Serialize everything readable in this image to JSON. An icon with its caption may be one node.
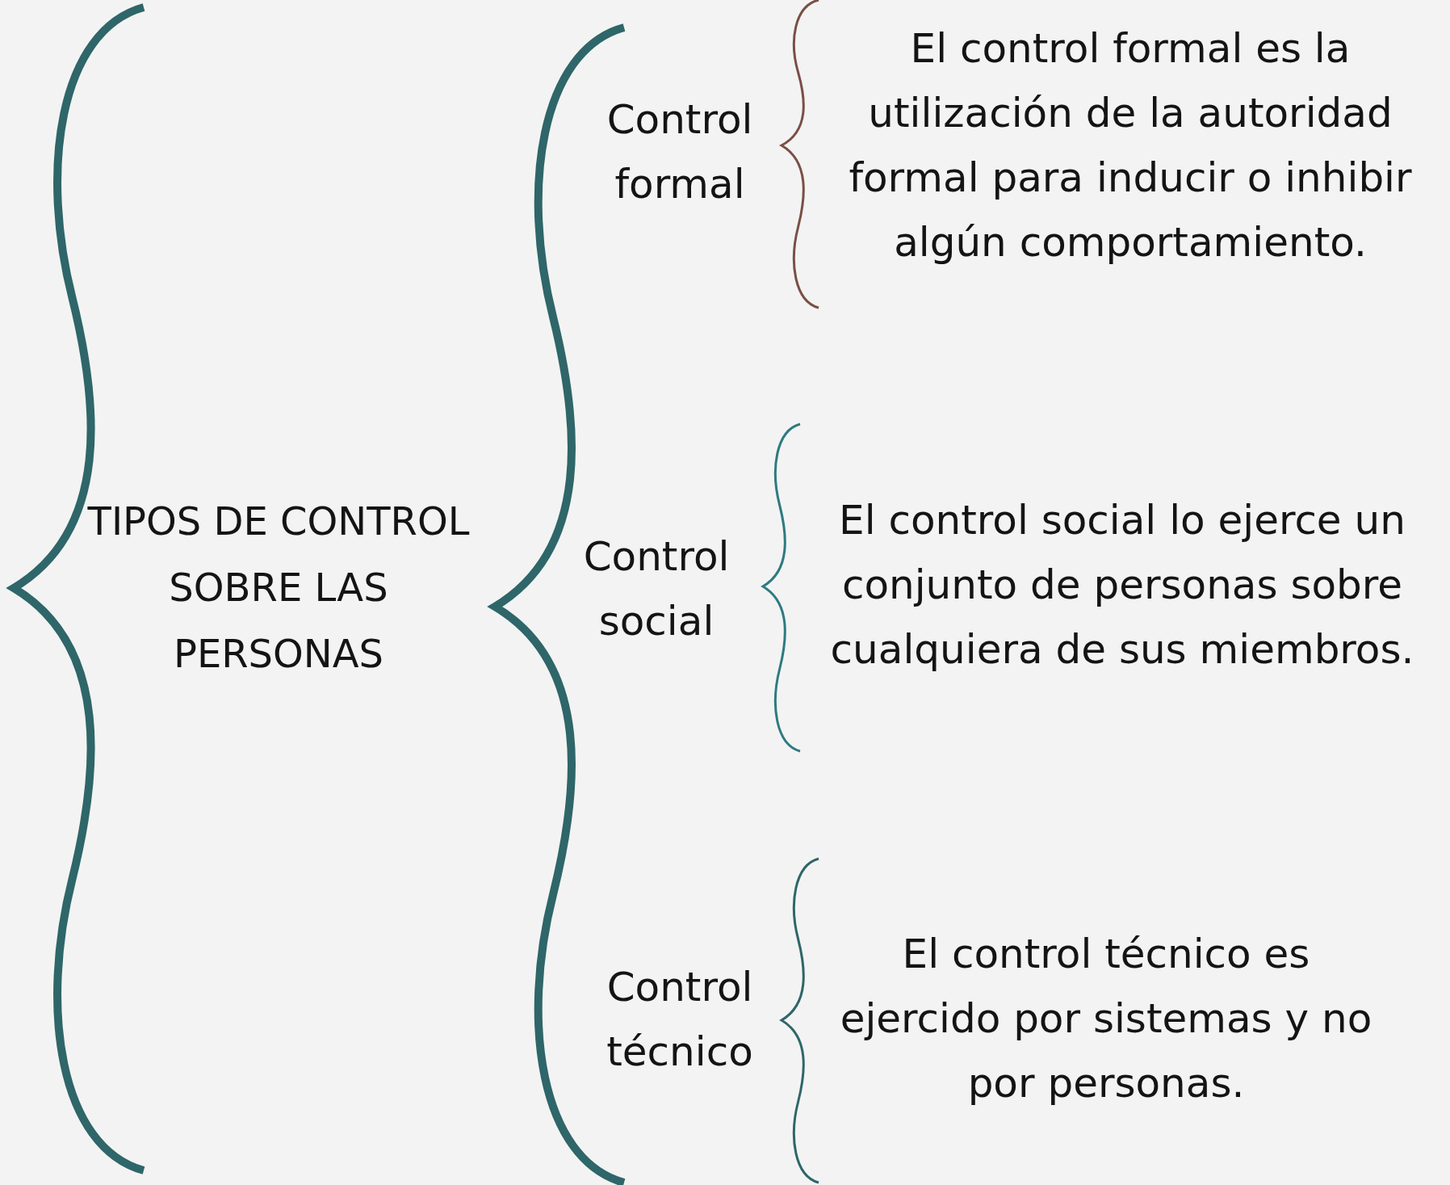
{
  "diagram": {
    "nodes": [
      {
        "text": [
          "TIPOS DE CONTROL SOBRE LAS PERSONAS"
        ]
      },
      {
        "text": [
          "Control formal"
        ]
      },
      {
        "text": [
          "El control formal es la utilización de la autoridad formal para inducir o inhibir algún comportamiento."
        ]
      },
      {
        "text": [
          "Control social"
        ]
      },
      {
        "text": [
          "El control social lo ejerce un conjunto de personas sobre cualquiera de sus miembros."
        ]
      },
      {
        "text": [
          "Control técnico"
        ]
      },
      {
        "text": [
          "El control técnico es ejercido por sistemas y no por personas."
        ]
      }
    ]
  }
}
